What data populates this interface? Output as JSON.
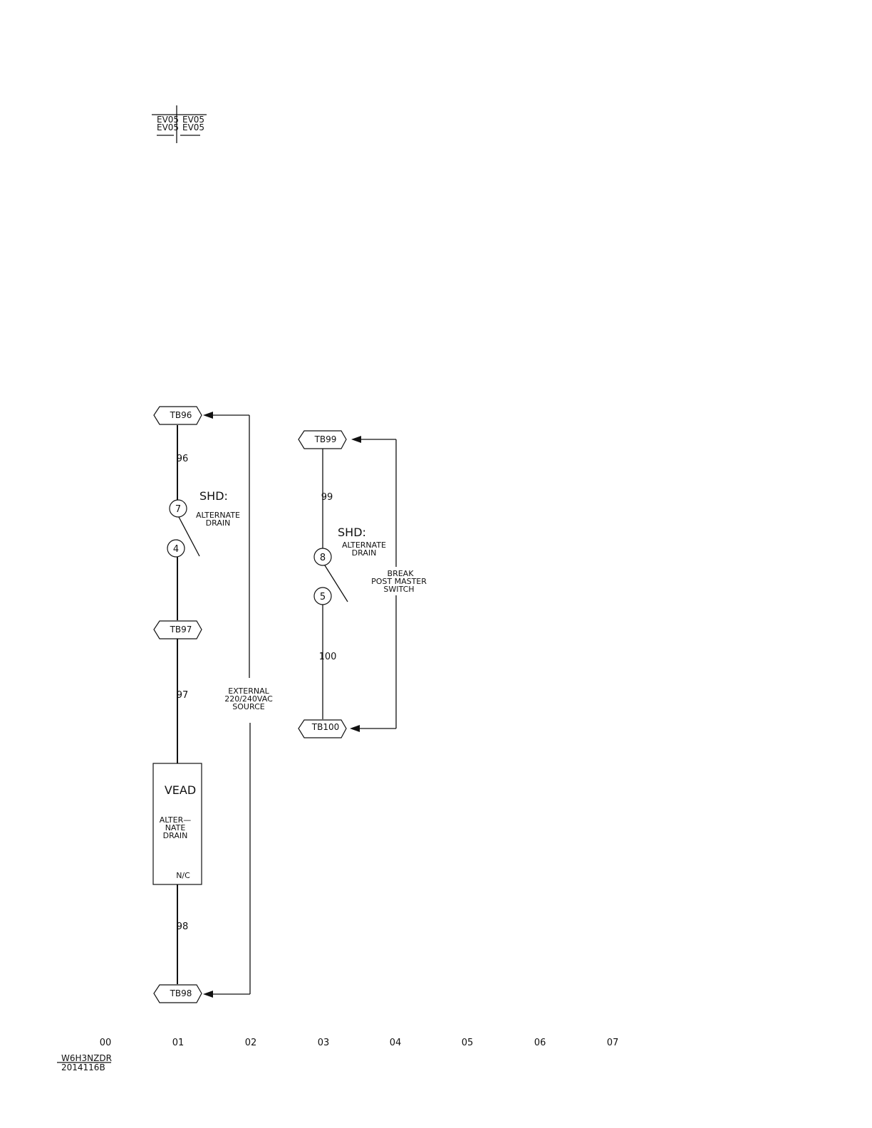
{
  "revision_stamp": {
    "top_left": "EV05",
    "top_right": "EV05",
    "bottom_left": "EV05",
    "bottom_right": "EV05"
  },
  "terminals": {
    "tb96": "TB96",
    "tb97": "TB97",
    "tb98": "TB98",
    "tb99": "TB99",
    "tb100": "TB100"
  },
  "wires": {
    "w96": "96",
    "w97": "97",
    "w98": "98",
    "w99": "99",
    "w100": "100"
  },
  "switch_left": {
    "prefix": "SHD:",
    "label_line1": "ALTERNATE",
    "label_line2": "DRAIN",
    "node_top": "7",
    "node_bottom": "4"
  },
  "switch_right": {
    "prefix": "SHD:",
    "label_line1": "ALTERNATE",
    "label_line2": "DRAIN",
    "node_top": "8",
    "node_bottom": "5"
  },
  "external_source": {
    "line1": "EXTERNAL",
    "line2": "220/240VAC",
    "line3": "SOURCE"
  },
  "break_note": {
    "line1": "BREAK",
    "line2": "POST MASTER",
    "line3": "SWITCH"
  },
  "vead_box": {
    "title": "VEAD",
    "line1": "ALTER—",
    "line2": "NATE",
    "line3": "DRAIN",
    "contact": "N/C"
  },
  "column_numbers": [
    "00",
    "01",
    "02",
    "03",
    "04",
    "05",
    "06",
    "07"
  ],
  "drawing_id": {
    "code": "W6H3NZDR",
    "number": "2014116B"
  }
}
